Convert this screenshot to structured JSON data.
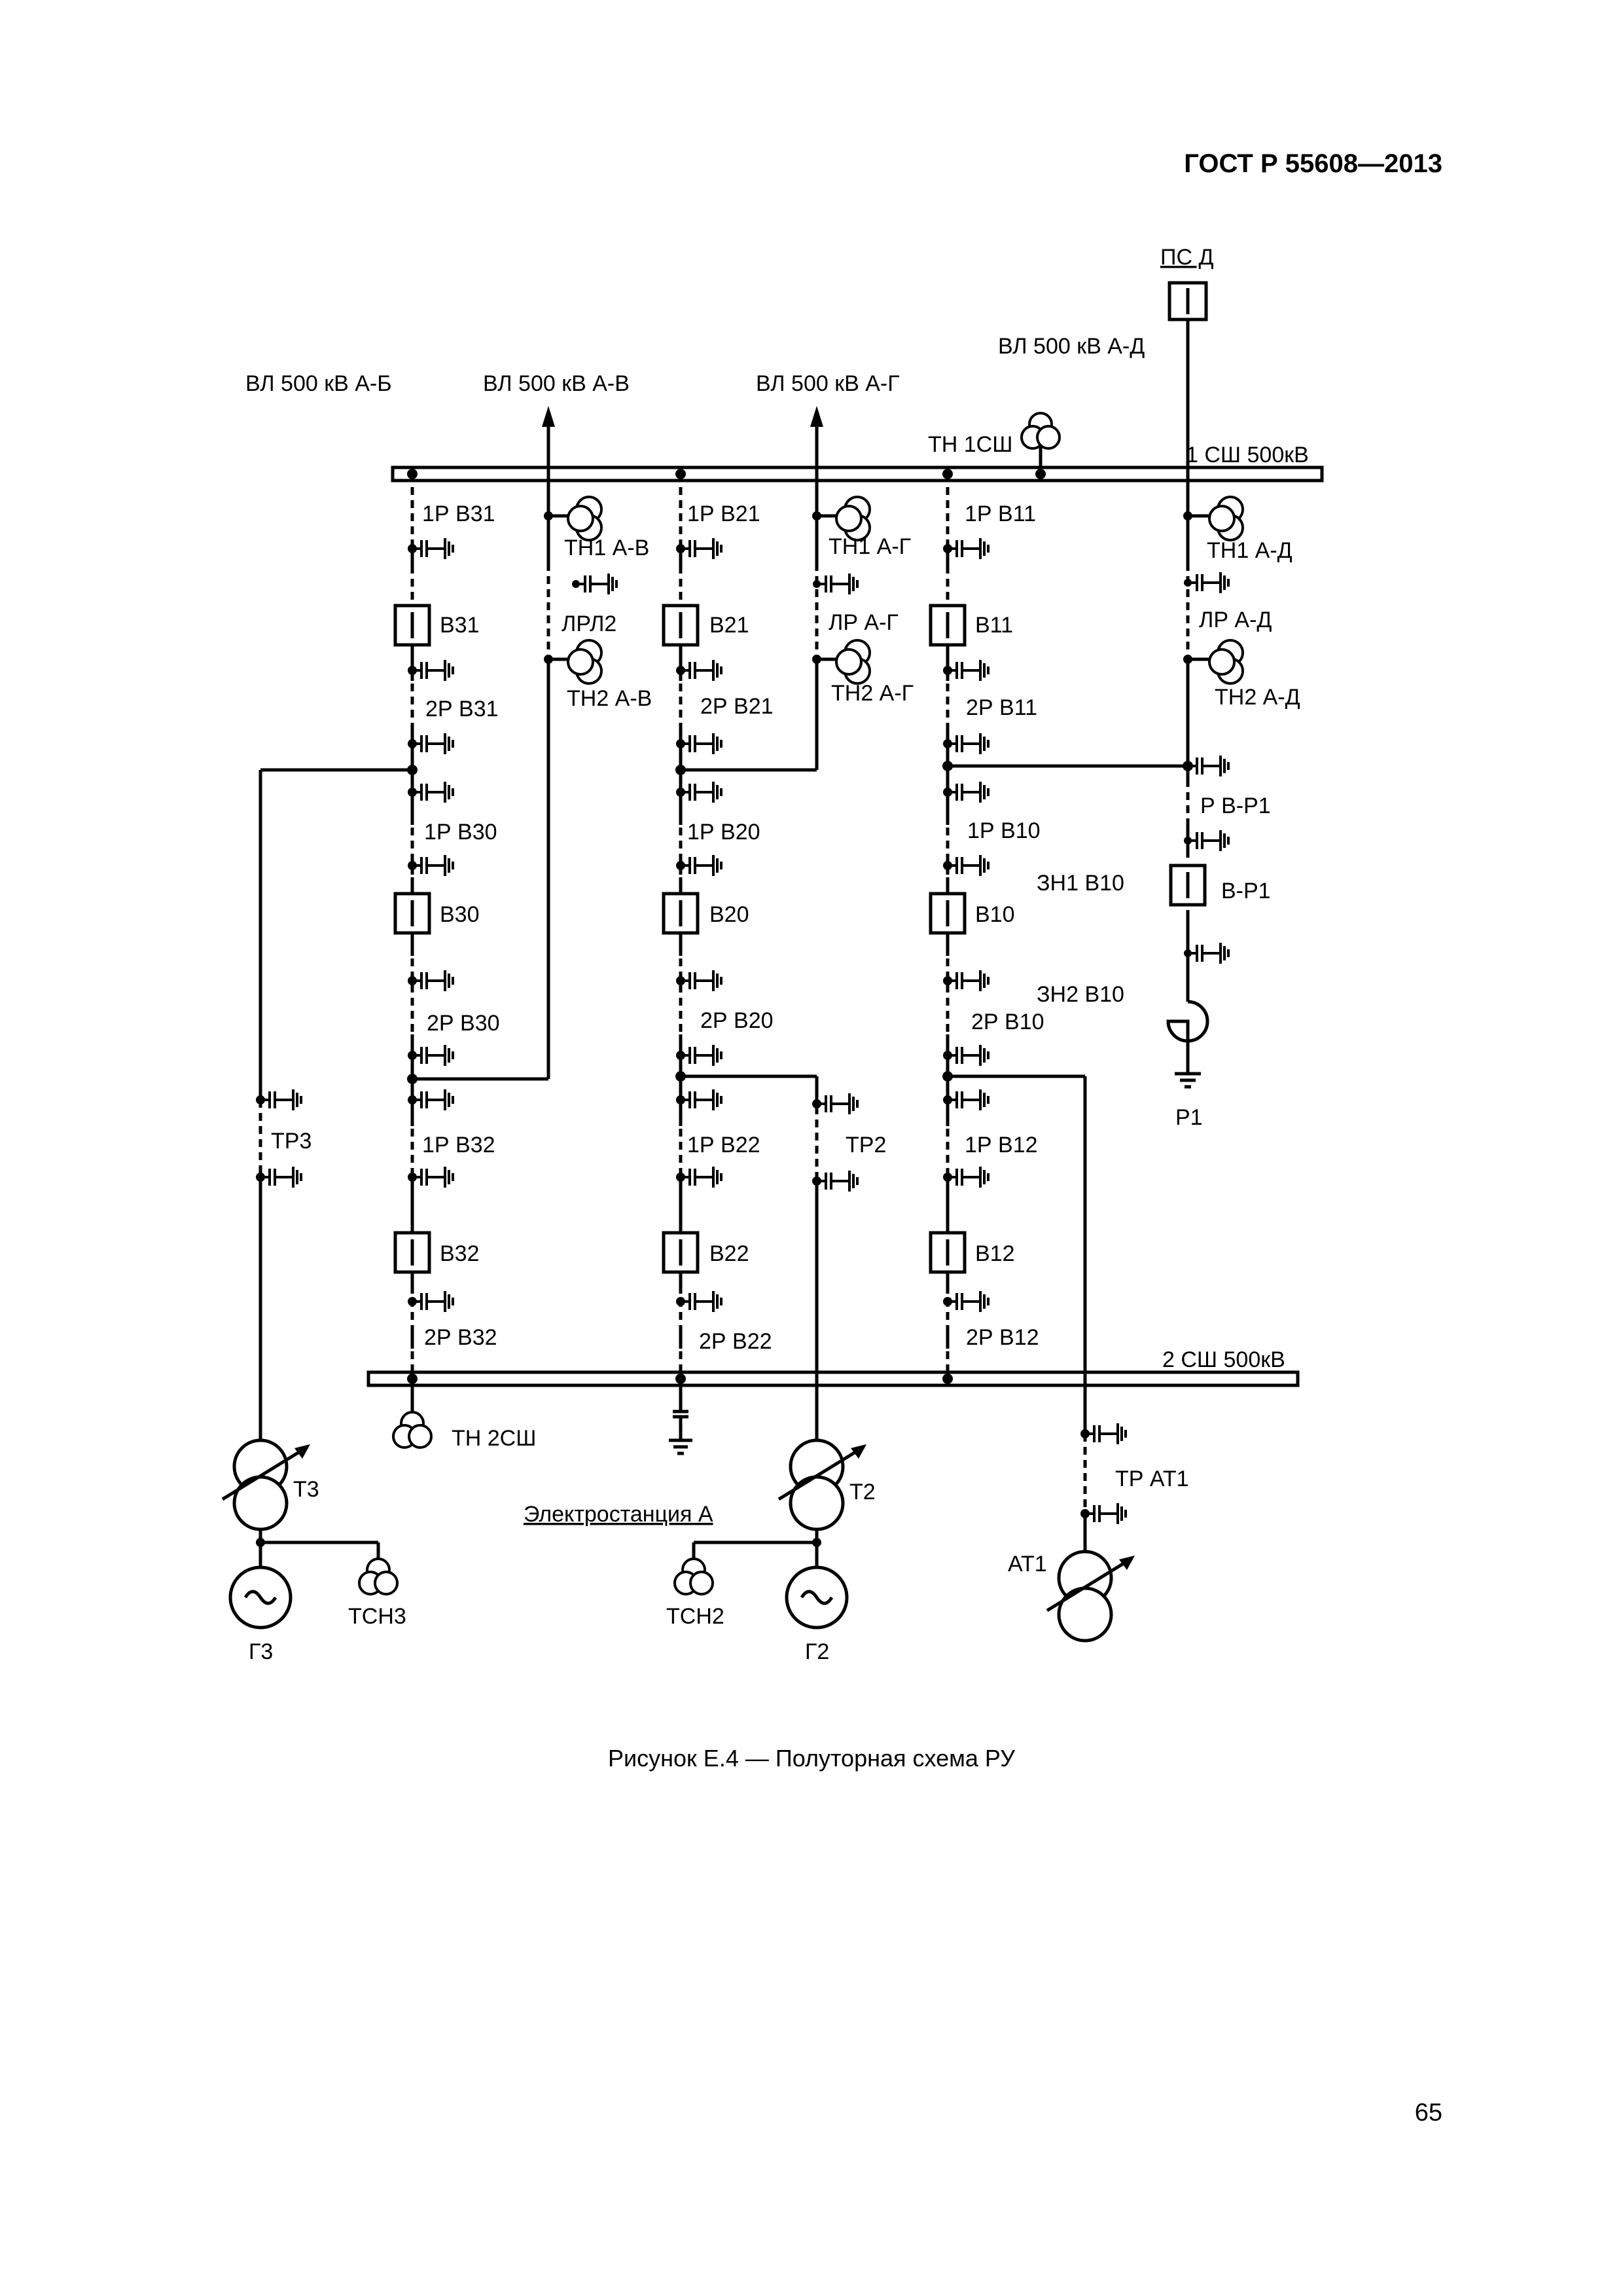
{
  "header": {
    "code": "ГОСТ Р 55608—2013"
  },
  "caption": "Рисунок Е.4 — Полуторная схема РУ",
  "page_number": "65",
  "diagram": {
    "lines": {
      "ab": "ВЛ 500 кВ А-Б",
      "av": "ВЛ 500 кВ А-В",
      "ag": "ВЛ 500 кВ А-Г",
      "ad": "ВЛ 500 кВ А-Д"
    },
    "substation_d": "ПС Д",
    "bus1": "1 СШ 500кВ",
    "bus2": "2 СШ 500кВ",
    "tn_1sh": "ТН 1СШ",
    "tn_2sh": "ТН 2СШ",
    "station": "Электростанция А",
    "col3": {
      "r1_31": "1Р В31",
      "b31": "В31",
      "r2_31": "2Р В31",
      "r1_30": "1Р В30",
      "b30": "В30",
      "r2_30": "2Р В30",
      "r1_32": "1Р В32",
      "b32": "В32",
      "r2_32": "2Р В32"
    },
    "col2": {
      "r1_21": "1Р В21",
      "b21": "В21",
      "r2_21": "2Р В21",
      "r1_20": "1Р В20",
      "b20": "В20",
      "r2_20": "2Р В20",
      "r1_22": "1Р В22",
      "b22": "В22",
      "r2_22": "2Р В22"
    },
    "col1": {
      "r1_11": "1Р В11",
      "b11": "В11",
      "r2_11": "2Р В11",
      "r1_10": "1Р В10",
      "b10": "В10",
      "r2_10": "2Р В10",
      "zn1_10": "ЗН1 В10",
      "zn2_10": "ЗН2 В10",
      "r1_12": "1Р В12",
      "b12": "В12",
      "r2_12": "2Р В12"
    },
    "av_feeder": {
      "tn1": "ТН1 А-В",
      "lr": "ЛРЛ2",
      "tn2": "ТН2 А-В"
    },
    "ag_feeder": {
      "tn1": "ТН1 А-Г",
      "lr": "ЛР А-Г",
      "tn2": "ТН2 А-Г"
    },
    "ad_feeder": {
      "tn1": "ТН1 А-Д",
      "lr": "ЛР А-Д",
      "tn2": "ТН2 А-Д"
    },
    "reactor": {
      "r": "Р В-Р1",
      "b": "В-Р1",
      "p1": "Р1"
    },
    "tr3": "ТР3",
    "tr2": "ТР2",
    "tr_at1": "ТР АТ1",
    "t3": "Т3",
    "t2": "Т2",
    "at1": "АТ1",
    "g3": "Г3",
    "g2": "Г2",
    "tsn3": "ТСН3",
    "tsn2": "ТСН2"
  }
}
